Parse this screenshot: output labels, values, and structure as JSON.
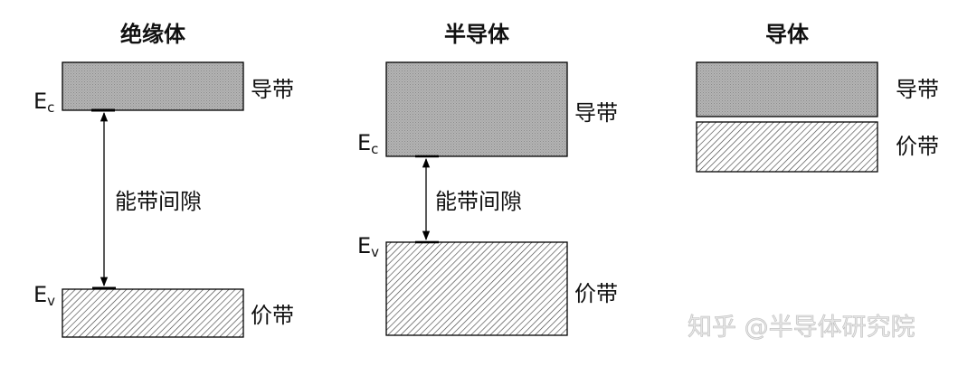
{
  "panels": [
    {
      "title": "绝缘体",
      "conduction_label": "导带",
      "valence_label": "价带",
      "gap_label": "能带间隙",
      "ec": "E",
      "ec_sub": "c",
      "ev": "E",
      "ev_sub": "v"
    },
    {
      "title": "半导体",
      "conduction_label": "导带",
      "valence_label": "价带",
      "gap_label": "能带间隙",
      "ec": "E",
      "ec_sub": "c",
      "ev": "E",
      "ev_sub": "v"
    },
    {
      "title": "导体",
      "conduction_label": "导带",
      "valence_label": "价带"
    }
  ],
  "watermark": "知乎 @半导体研究院",
  "colors": {
    "conduction_fill": "#a9a9a9",
    "hatch": "#333333",
    "stroke": "#000000"
  }
}
